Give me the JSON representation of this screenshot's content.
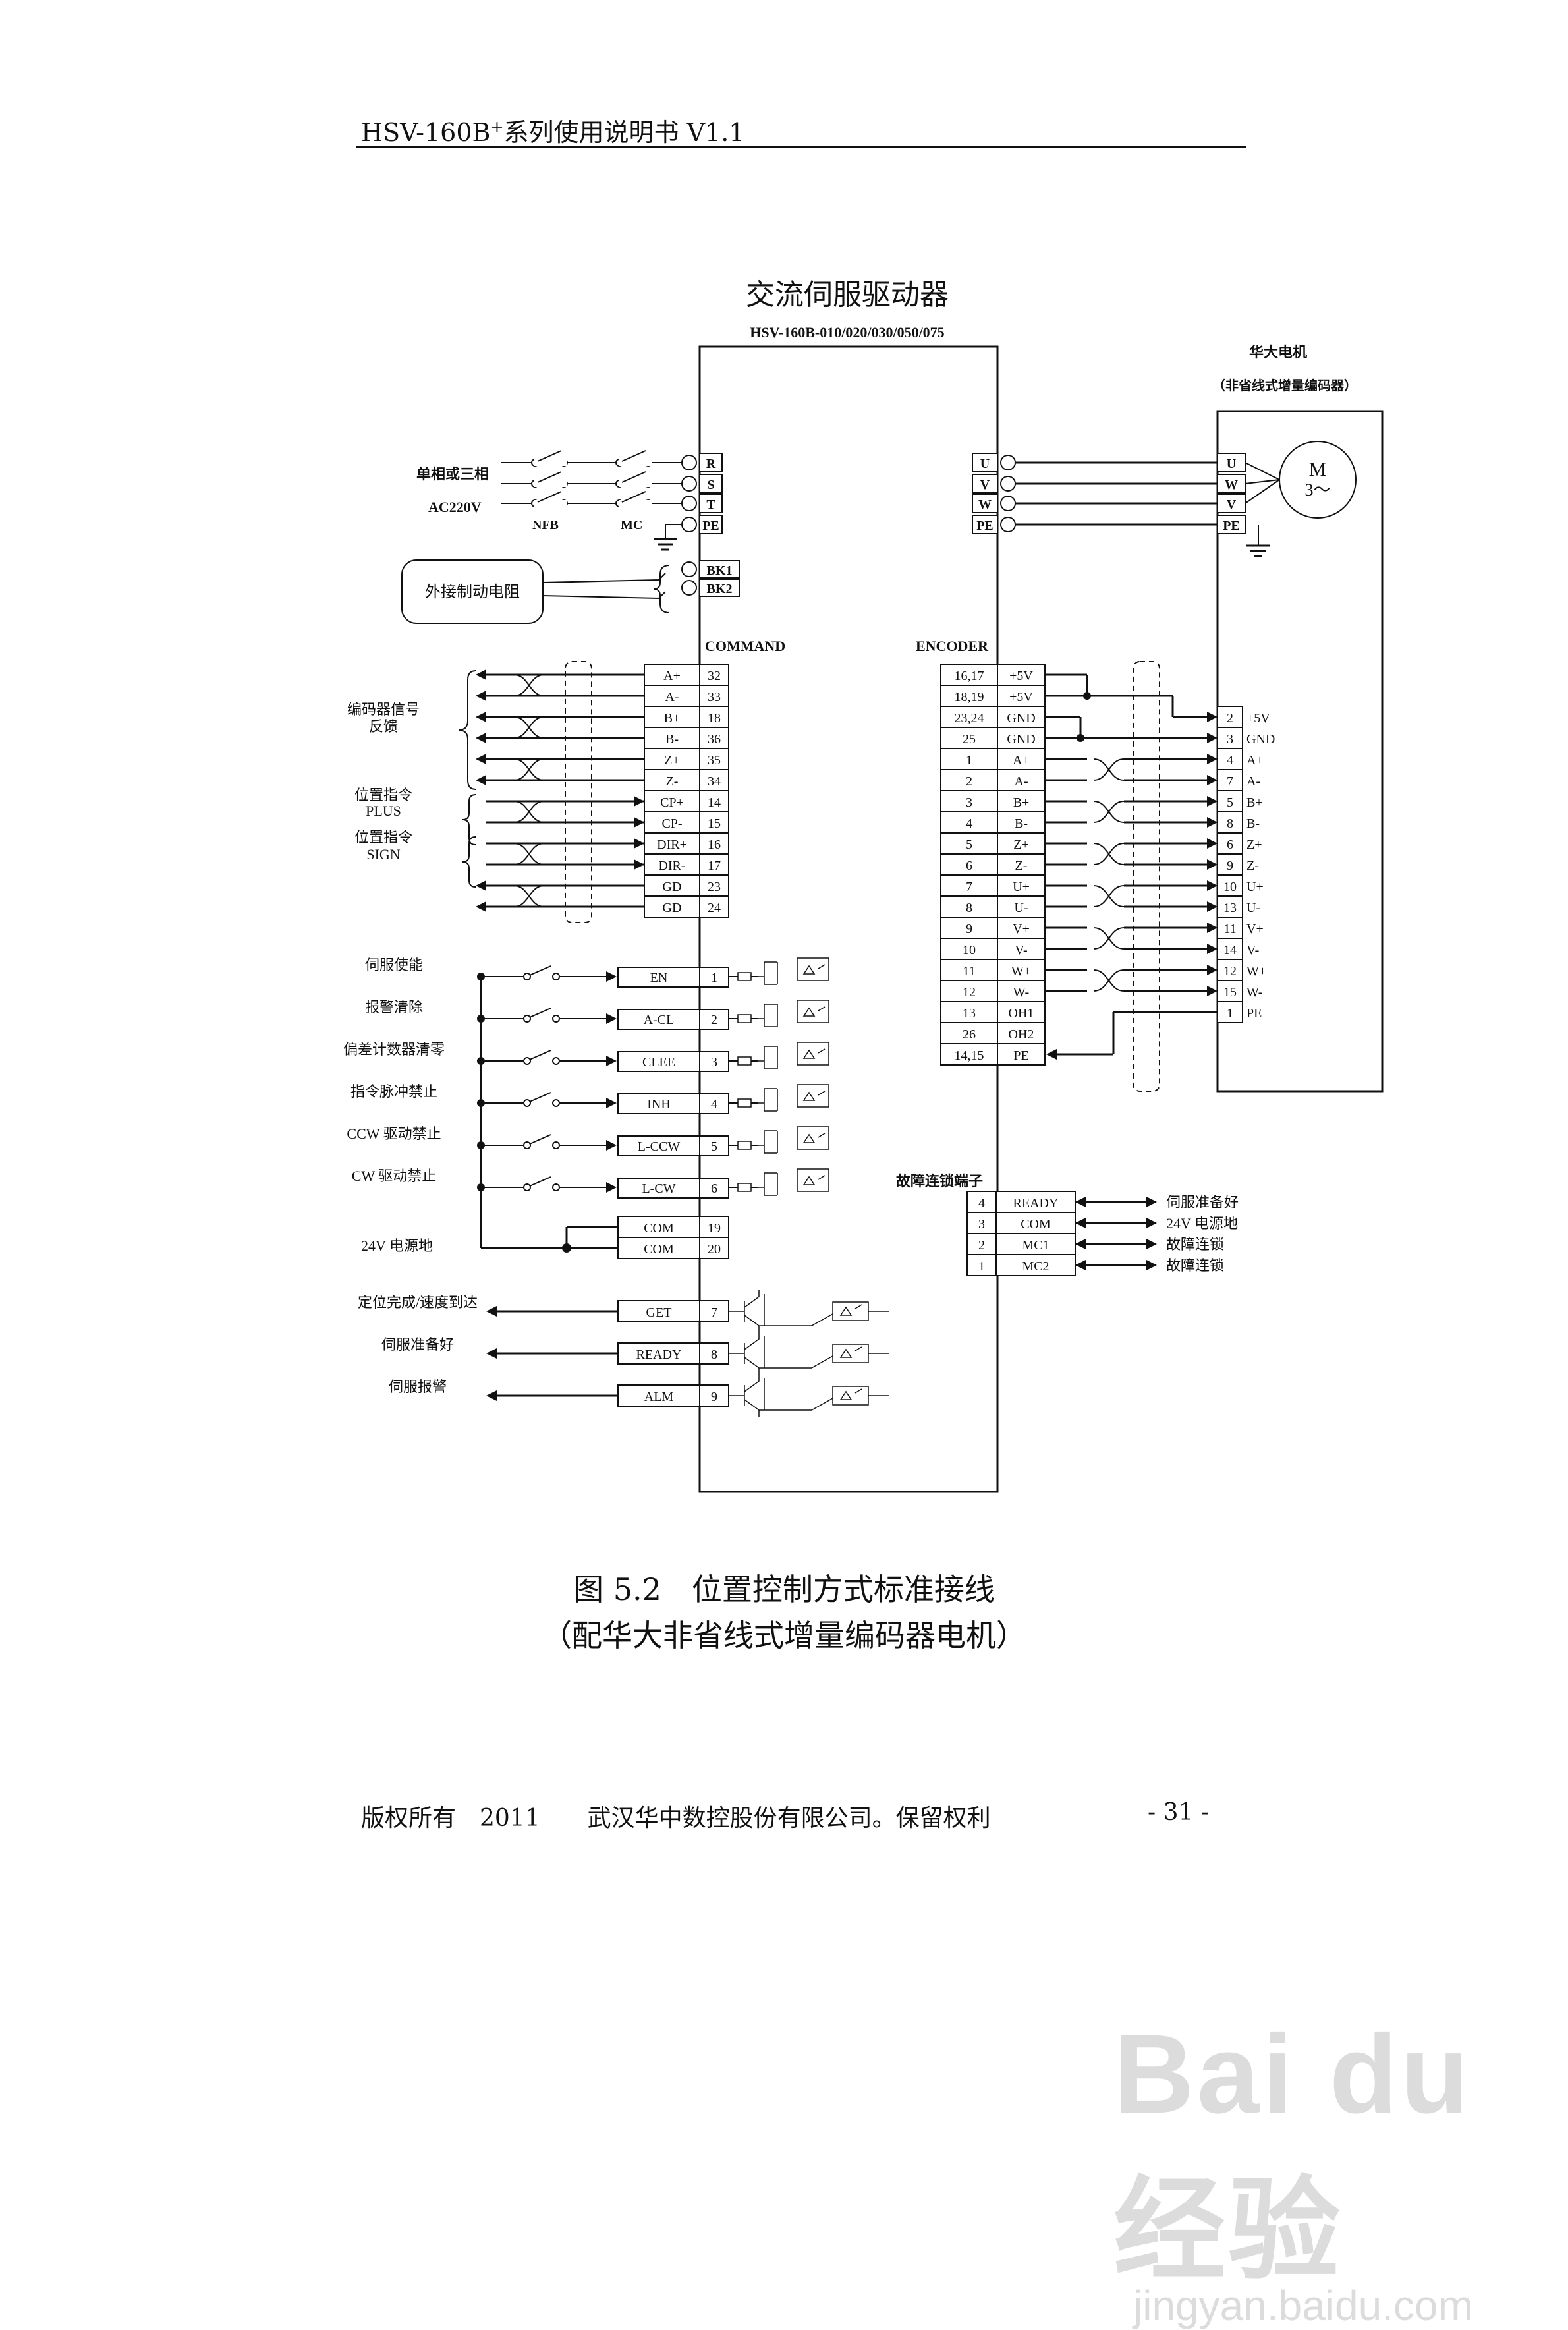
{
  "header": {
    "title_prefix": "HSV-160B",
    "title_sup": "+",
    "title_suffix": "系列使用说明书 V1.1"
  },
  "driver": {
    "title": "交流伺服驱动器",
    "model": "HSV-160B-010/020/030/050/075"
  },
  "motor": {
    "title": "华大电机",
    "subtitle": "（非省线式增量编码器）",
    "symbol_top": "M",
    "symbol_bottom": "3～"
  },
  "power": {
    "supply_label_1": "单相或三相",
    "supply_label_2": "AC220V",
    "nfb_label": "NFB",
    "mc_label": "MC",
    "input_terminals": [
      "R",
      "S",
      "T",
      "PE"
    ],
    "brake_label": "外接制动电阻",
    "brake_terminals": [
      "BK1",
      "BK2"
    ],
    "output_terminals": [
      "U",
      "V",
      "W",
      "PE"
    ],
    "motor_terminals": [
      "U",
      "W",
      "V",
      "PE"
    ]
  },
  "command": {
    "title": "COMMAND",
    "group_labels": [
      {
        "lines": [
          "编码器信号",
          "反馈"
        ]
      },
      {
        "lines": [
          "位置指令",
          "PLUS"
        ]
      },
      {
        "lines": [
          "位置指令",
          "SIGN"
        ]
      }
    ],
    "rows": [
      {
        "signal": "A+",
        "pin": "32"
      },
      {
        "signal": "A-",
        "pin": "33"
      },
      {
        "signal": "B+",
        "pin": "18"
      },
      {
        "signal": "B-",
        "pin": "36"
      },
      {
        "signal": "Z+",
        "pin": "35"
      },
      {
        "signal": "Z-",
        "pin": "34"
      },
      {
        "signal": "CP+",
        "pin": "14"
      },
      {
        "signal": "CP-",
        "pin": "15"
      },
      {
        "signal": "DIR+",
        "pin": "16"
      },
      {
        "signal": "DIR-",
        "pin": "17"
      },
      {
        "signal": "GD",
        "pin": "23"
      },
      {
        "signal": "GD",
        "pin": "24"
      }
    ],
    "inputs": [
      {
        "label": "伺服使能",
        "signal": "EN",
        "pin": "1"
      },
      {
        "label": "报警清除",
        "signal": "A-CL",
        "pin": "2"
      },
      {
        "label": "偏差计数器清零",
        "signal": "CLEE",
        "pin": "3"
      },
      {
        "label": "指令脉冲禁止",
        "signal": "INH",
        "pin": "4"
      },
      {
        "label": "CCW 驱动禁止",
        "signal": "L-CCW",
        "pin": "5"
      },
      {
        "label": "CW 驱动禁止",
        "signal": "L-CW",
        "pin": "6"
      }
    ],
    "com_label": "24V 电源地",
    "com_rows": [
      {
        "signal": "COM",
        "pin": "19"
      },
      {
        "signal": "COM",
        "pin": "20"
      }
    ],
    "outputs": [
      {
        "label": "定位完成/速度到达",
        "signal": "GET",
        "pin": "7"
      },
      {
        "label": "伺服准备好",
        "signal": "READY",
        "pin": "8"
      },
      {
        "label": "伺服报警",
        "signal": "ALM",
        "pin": "9"
      }
    ]
  },
  "encoder": {
    "title": "ENCODER",
    "rows": [
      {
        "pin": "16,17",
        "signal": "+5V"
      },
      {
        "pin": "18,19",
        "signal": "+5V"
      },
      {
        "pin": "23,24",
        "signal": "GND"
      },
      {
        "pin": "25",
        "signal": "GND"
      },
      {
        "pin": "1",
        "signal": "A+"
      },
      {
        "pin": "2",
        "signal": "A-"
      },
      {
        "pin": "3",
        "signal": "B+"
      },
      {
        "pin": "4",
        "signal": "B-"
      },
      {
        "pin": "5",
        "signal": "Z+"
      },
      {
        "pin": "6",
        "signal": "Z-"
      },
      {
        "pin": "7",
        "signal": "U+"
      },
      {
        "pin": "8",
        "signal": "U-"
      },
      {
        "pin": "9",
        "signal": "V+"
      },
      {
        "pin": "10",
        "signal": "V-"
      },
      {
        "pin": "11",
        "signal": "W+"
      },
      {
        "pin": "12",
        "signal": "W-"
      },
      {
        "pin": "13",
        "signal": "OH1"
      },
      {
        "pin": "26",
        "signal": "OH2"
      },
      {
        "pin": "14,15",
        "signal": "PE"
      }
    ],
    "motor_rows": [
      {
        "pin": "2",
        "signal": "+5V"
      },
      {
        "pin": "3",
        "signal": "GND"
      },
      {
        "pin": "4",
        "signal": "A+"
      },
      {
        "pin": "7",
        "signal": "A-"
      },
      {
        "pin": "5",
        "signal": "B+"
      },
      {
        "pin": "8",
        "signal": "B-"
      },
      {
        "pin": "6",
        "signal": "Z+"
      },
      {
        "pin": "9",
        "signal": "Z-"
      },
      {
        "pin": "10",
        "signal": "U+"
      },
      {
        "pin": "13",
        "signal": "U-"
      },
      {
        "pin": "11",
        "signal": "V+"
      },
      {
        "pin": "14",
        "signal": "V-"
      },
      {
        "pin": "12",
        "signal": "W+"
      },
      {
        "pin": "15",
        "signal": "W-"
      },
      {
        "pin": "1",
        "signal": "PE"
      }
    ]
  },
  "fault": {
    "title": "故障连锁端子",
    "rows": [
      {
        "pin": "4",
        "signal": "READY",
        "label": "伺服准备好"
      },
      {
        "pin": "3",
        "signal": "COM",
        "label": "24V 电源地"
      },
      {
        "pin": "2",
        "signal": "MC1",
        "label": "故障连锁"
      },
      {
        "pin": "1",
        "signal": "MC2",
        "label": "故障连锁"
      }
    ]
  },
  "caption": {
    "line1": "图 5.2　位置控制方式标准接线",
    "line2": "（配华大非省线式增量编码器电机）"
  },
  "footer": {
    "left": "版权所有　2011　　武汉华中数控股份有限公司。保留权利",
    "page": "- 31 -"
  },
  "watermark": {
    "logo": "Bai du 经验",
    "url": "jingyan.baidu.com"
  }
}
